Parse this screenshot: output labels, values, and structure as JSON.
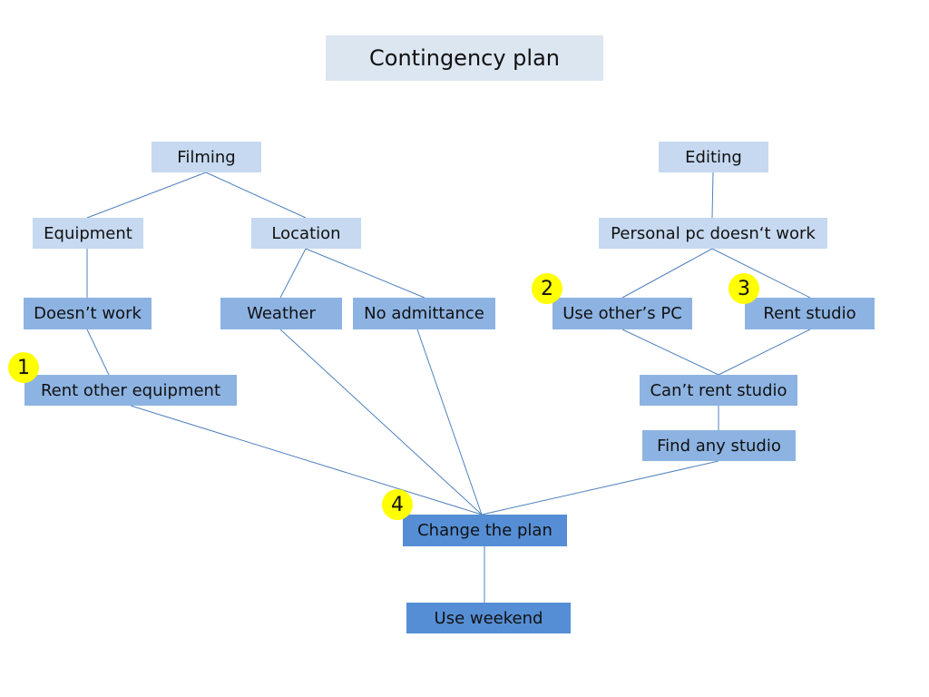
{
  "title": "Contingency plan",
  "nodes": {
    "filming": "Filming",
    "equipment": "Equipment",
    "location": "Location",
    "doesnt_work": "Doesn’t work",
    "weather": "Weather",
    "no_admittance": "No admittance",
    "rent_other_equipment": "Rent other equipment",
    "editing": "Editing",
    "personal_pc": "Personal pc doesn‘t work",
    "use_others_pc": "Use other’s PC",
    "rent_studio": "Rent  studio",
    "cant_rent_studio": "Can’t rent studio",
    "find_any_studio": "Find any studio",
    "change_the_plan": "Change the plan",
    "use_weekend": "Use weekend"
  },
  "badges": {
    "one": "1",
    "two": "2",
    "three": "3",
    "four": "4"
  },
  "colors": {
    "title_bg": "#dce6f1",
    "light_box": "#c6d9f0",
    "mid_box": "#8db3e2",
    "dark_box": "#558ed5",
    "connector": "#4f81bd",
    "badge": "#ffff00"
  }
}
